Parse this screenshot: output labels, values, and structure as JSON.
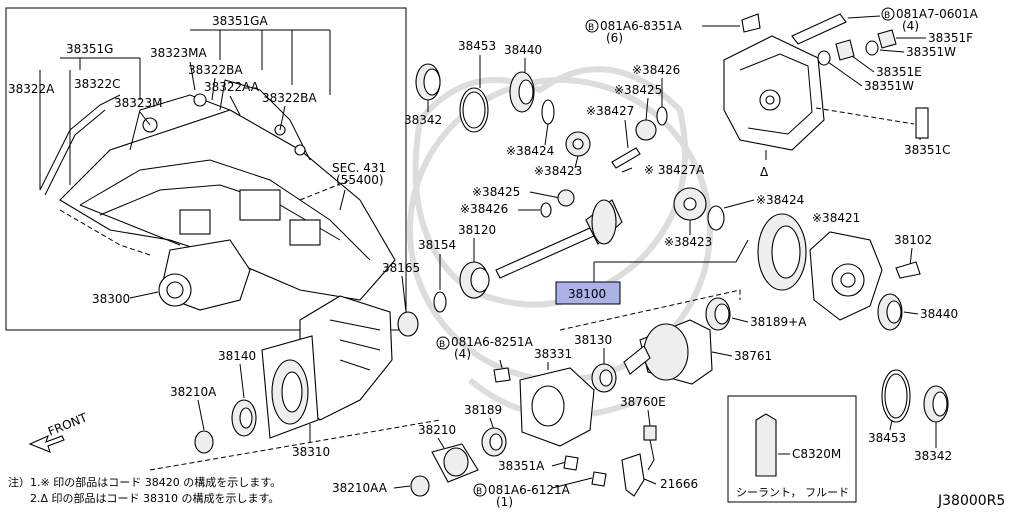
{
  "diagram_id": "J38000R5",
  "callouts": {
    "c38351GA": "38351GA",
    "c38351G": "38351G",
    "c38323MA": "38323MA",
    "c38322A": "38322A",
    "c38322C": "38322C",
    "c38322BA_1": "38322BA",
    "c38322AA": "38322AA",
    "c38322BA_2": "38322BA",
    "c38323M": "38323M",
    "sec431": "SEC. 431",
    "sec431_sub": "(55400)",
    "c38300": "38300",
    "c38453_top": "38453",
    "c38440_top": "38440",
    "c38342_top": "38342",
    "c38424_a": "※38424",
    "c38423_a": "※38423",
    "c38427": "※38427",
    "c38425_a": "※38425",
    "c38426_a": "※38426",
    "c38427A": "※ 38427A",
    "c38425_b": "※38425",
    "c38426_b": "※38426",
    "c38120": "38120",
    "c38154": "38154",
    "c38165": "38165",
    "c38100": "38100",
    "c38423_b": "※38423",
    "c38424_b": "※38424",
    "c38421": "※38421",
    "c38102": "38102",
    "c38440_right": "38440",
    "c38189A": "38189+A",
    "c38761": "38761",
    "c38130": "38130",
    "bolt_8251A": "081A6-8251A",
    "bolt_8251A_qty": "(4)",
    "c38331": "38331",
    "c38140": "38140",
    "c38210A": "38210A",
    "c38310": "38310",
    "c38189": "38189",
    "c38210": "38210",
    "c38760E": "38760E",
    "c38351A": "38351A",
    "bolt_6121A": "081A6-6121A",
    "bolt_6121A_qty": "(1)",
    "c21666": "21666",
    "c38210AA": "38210AA",
    "bolt_8351A": "081A6-8351A",
    "bolt_8351A_qty": "(6)",
    "bolt_0601A": "081A7-0601A",
    "bolt_0601A_qty": "(4)",
    "c38351F": "38351F",
    "c38351W_1": "38351W",
    "c38351E": "38351E",
    "c38351W_2": "38351W",
    "c38351C": "38351C",
    "c38453_right": "38453",
    "c38342_right": "38342",
    "sealant_code": "C8320M",
    "sealant_caption": "シーラント， フルード",
    "bolt_symbol": "B",
    "triangle_symbol": "Δ",
    "front": "FRONT"
  },
  "notes": {
    "line1": "注）1.※ 印の部品はコード 38420 の構成を示します。",
    "line2": "2.Δ 印の部品はコード 38310 の構成を示します。"
  },
  "colors": {
    "highlight": "#aab2e6",
    "line": "#000000",
    "watermark": "#dddddd"
  }
}
